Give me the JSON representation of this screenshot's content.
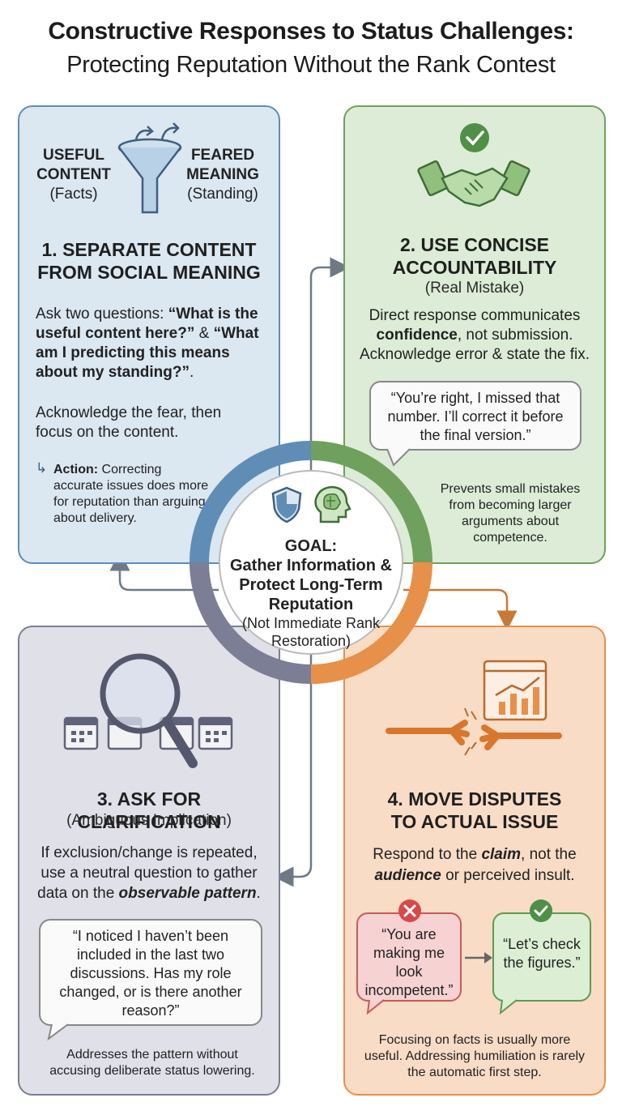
{
  "header": {
    "title": "Constructive Responses to Status Challenges:",
    "subtitle": "Protecting Reputation Without the Rank Contest"
  },
  "center": {
    "goal_label": "GOAL:",
    "goal_line1": "Gather Information &",
    "goal_line2": "Protect Long-Term",
    "goal_line3": "Reputation",
    "goal_note1": "(Not Immediate Rank",
    "goal_note2": "Restoration)",
    "icons": [
      "shield-icon",
      "brain-head-icon"
    ]
  },
  "panel1": {
    "left_label1": "USEFUL",
    "left_label2": "CONTENT",
    "left_label3": "(Facts)",
    "right_label1": "FEARED",
    "right_label2": "MEANING",
    "right_label3": "(Standing)",
    "heading1": "1. SEPARATE CONTENT",
    "heading2": "FROM SOCIAL MEANING",
    "p_lead": "Ask two questions: ",
    "p_q1": "“What is the useful content here?”",
    "p_amp": " & ",
    "p_q2": "“What am I predicting this means about my standing?”",
    "p_end": ".",
    "body2": "Acknowledge the fear, then focus on the content.",
    "action_label": "Action:",
    "action_text": " Correcting accurate issues does more for reputation than arguing about delivery.",
    "icon": "funnel-icon"
  },
  "panel2": {
    "heading1": "2. USE CONCISE",
    "heading2": "ACCOUNTABILITY",
    "subheading": "(Real Mistake)",
    "b1": "Direct response communicates",
    "b2_bold": "confidence",
    "b2_rest": ", not submission.",
    "b3": "Acknowledge error & state the fix.",
    "quote": "“You’re right, I missed that number. I’ll correct it before the final version.”",
    "note": "Prevents small mistakes from becoming larger arguments about competence.",
    "icon": "handshake-icon"
  },
  "panel3": {
    "heading": "3. ASK FOR CLARIFICATION",
    "subheading": "(Ambiguous Implication)",
    "b1": "If exclusion/change is repeated,",
    "b2": "use a neutral question to gather",
    "b3_lead": "data on the ",
    "b3_bi": "observable pattern",
    "b3_end": ".",
    "quote": "“I noticed I haven’t been included in the last two discussions. Has my role changed, or is there another reason?”",
    "note": "Addresses the pattern without accusing deliberate status lowering.",
    "icon": "magnifier-calendar-icon"
  },
  "panel4": {
    "heading1": "4. MOVE DISPUTES",
    "heading2": "TO ACTUAL ISSUE",
    "b1_lead": "Respond to the ",
    "b1_bi": "claim",
    "b1_rest": ", not the",
    "b2_bi": "audience",
    "b2_rest": " or perceived insult.",
    "bad_quote": "“You are making me look incompetent.”",
    "good_quote": "“Let’s check the figures.”",
    "note": "Focusing on facts is usually more useful. Addressing humiliation is rarely the automatic first step.",
    "icon": "broken-rope-chart-icon"
  },
  "colors": {
    "blue": "#5f8db6",
    "green": "#6fa05d",
    "purple": "#7c7e96",
    "orange": "#e7904a"
  }
}
